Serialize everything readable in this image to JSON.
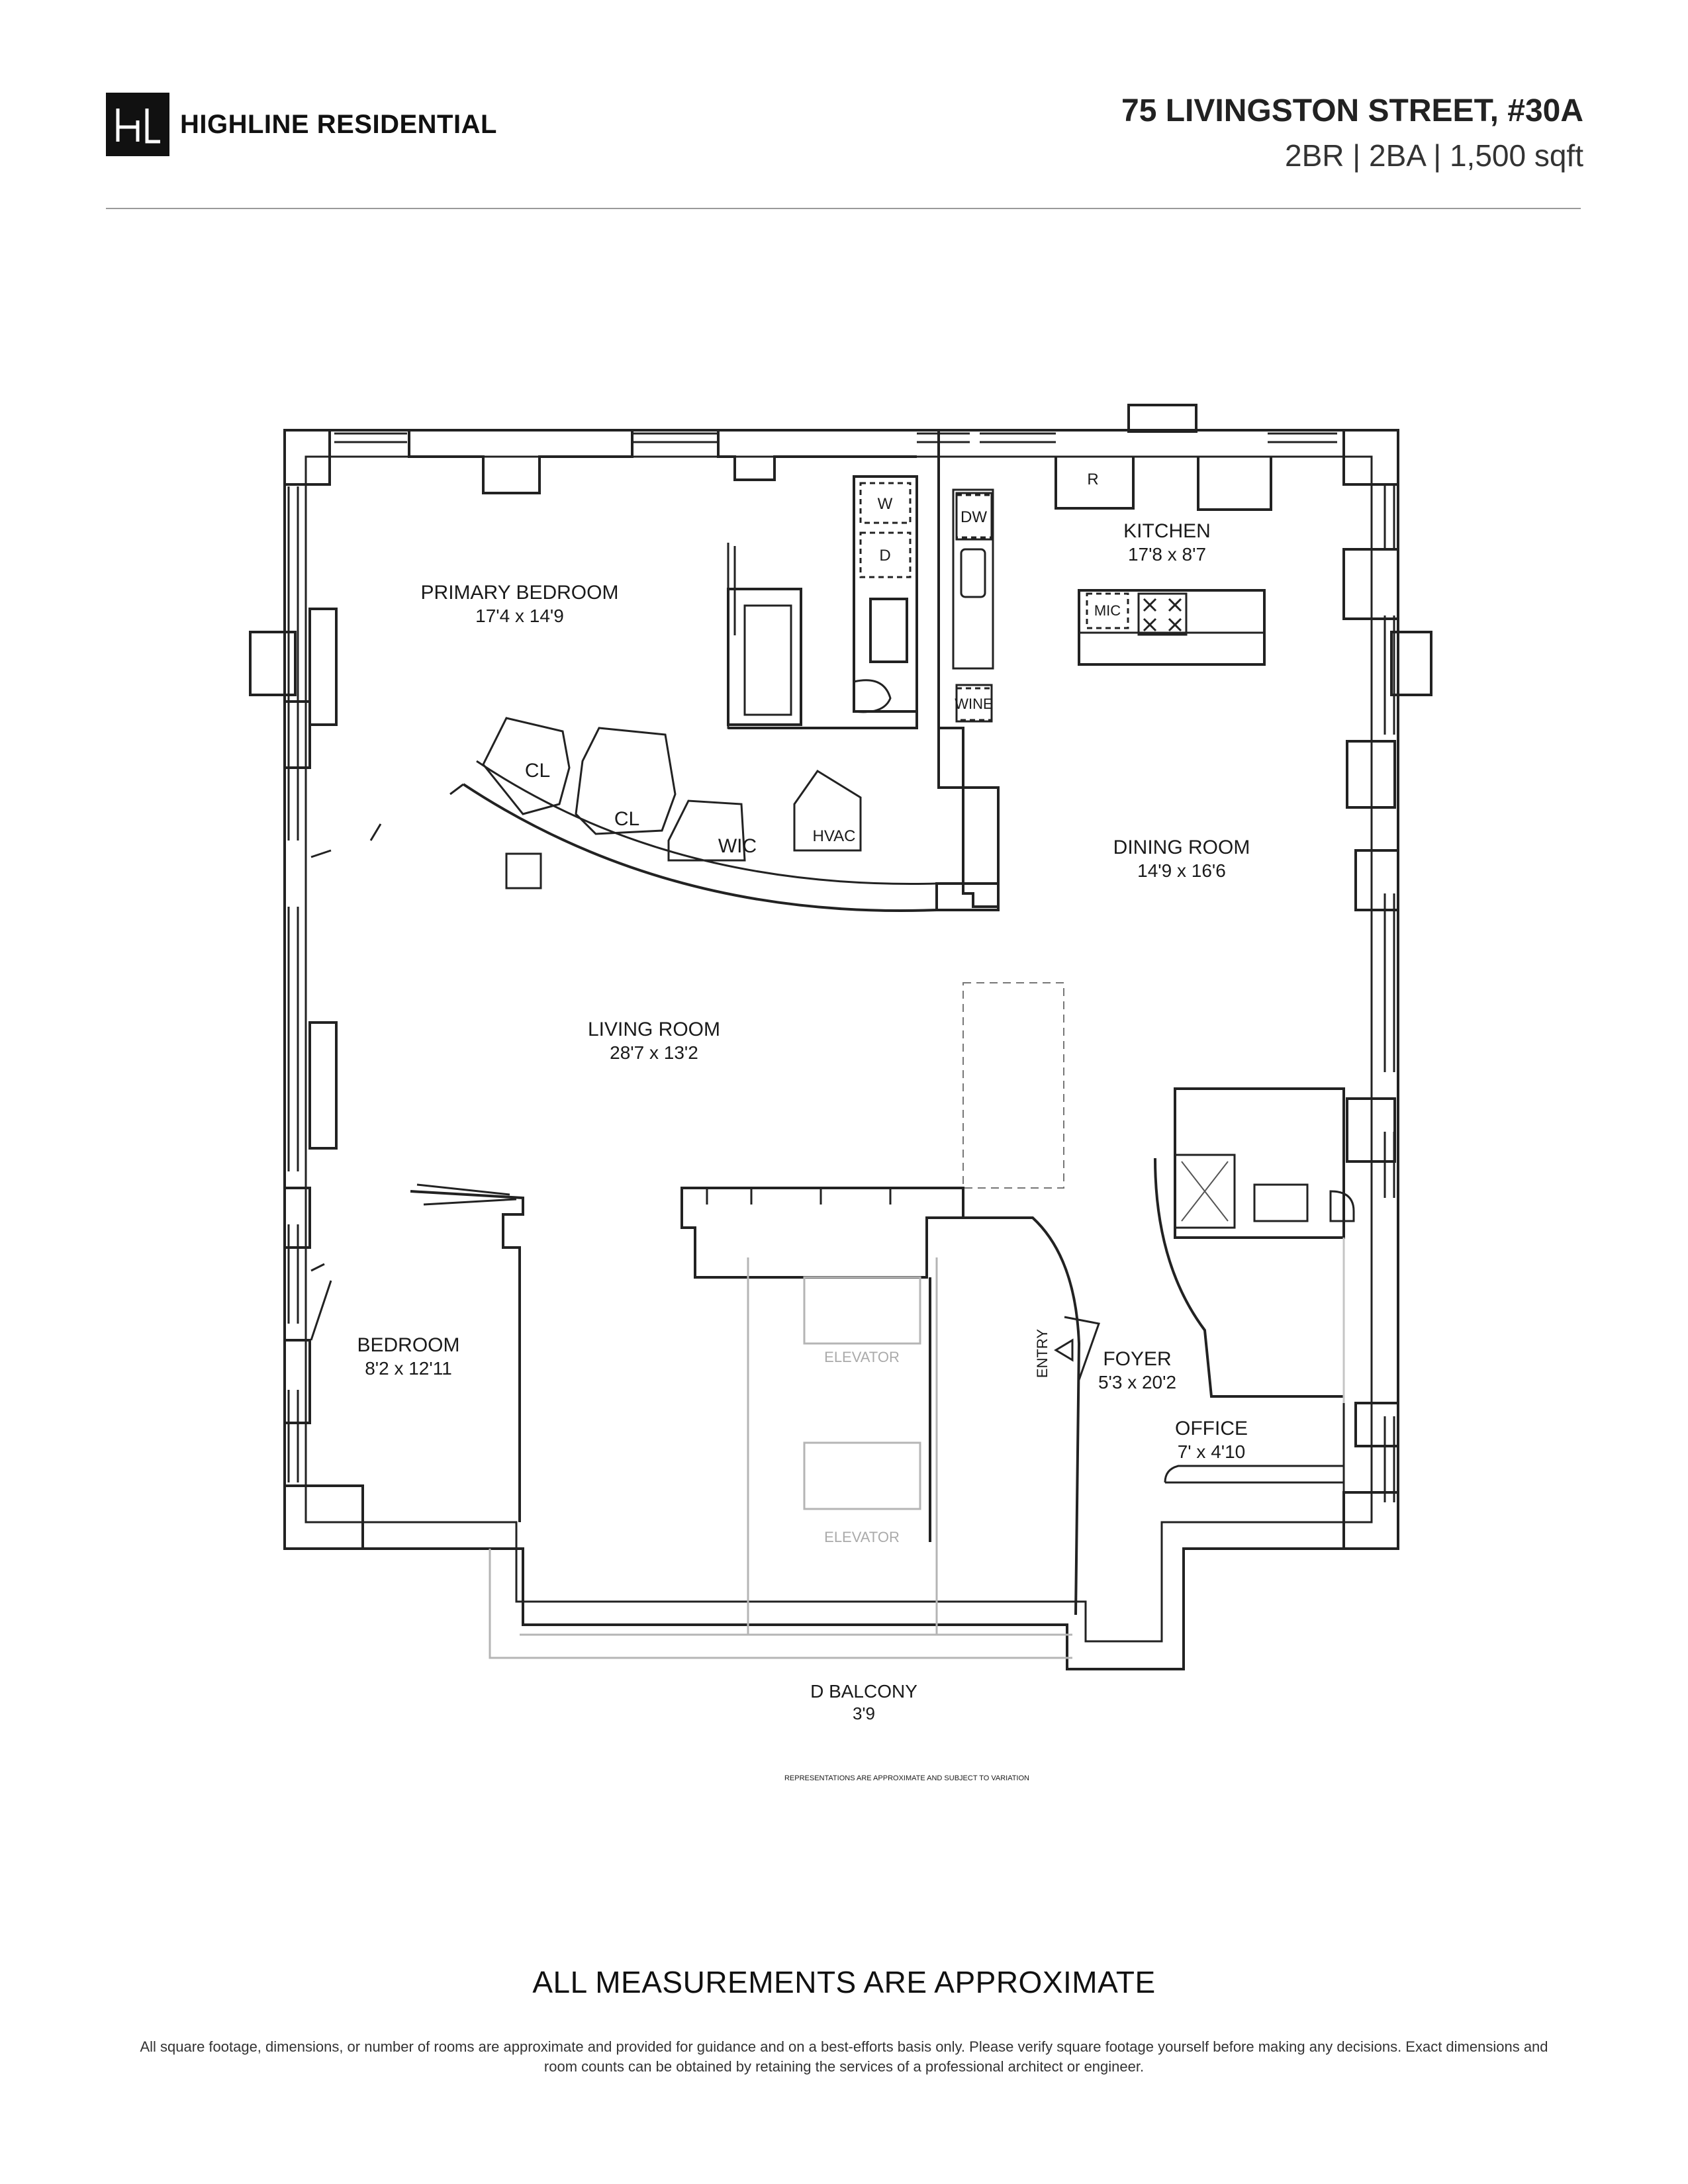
{
  "header": {
    "logo_mark": "HL",
    "brand": "HIGHLINE RESIDENTIAL",
    "address": "75 LIVINGSTON STREET, #30A",
    "specs": "2BR | 2BA | 1,500 sqft"
  },
  "rooms": {
    "primary_bedroom": {
      "name": "PRIMARY BEDROOM",
      "dims": "17'4 x 14'9"
    },
    "kitchen": {
      "name": "KITCHEN",
      "dims": "17'8 x 8'7"
    },
    "dining_room": {
      "name": "DINING ROOM",
      "dims": "14'9 x 16'6"
    },
    "living_room": {
      "name": "LIVING ROOM",
      "dims": "28'7 x 13'2"
    },
    "bedroom": {
      "name": "BEDROOM",
      "dims": "8'2 x 12'11"
    },
    "foyer": {
      "name": "FOYER",
      "dims": "5'3 x 20'2"
    },
    "office": {
      "name": "OFFICE",
      "dims": "7' x 4'10"
    },
    "balcony": {
      "name": "D BALCONY",
      "dims": "3'9"
    }
  },
  "fixtures": {
    "washer": "W",
    "dryer": "D",
    "dishwasher": "DW",
    "refrigerator": "R",
    "microwave": "MIC",
    "wine": "WINE",
    "closet_1": "CL",
    "closet_2": "CL",
    "walk_in_closet": "WIC",
    "hvac": "HVAC",
    "elevator_1": "ELEVATOR",
    "elevator_2": "ELEVATOR",
    "entry": "ENTRY"
  },
  "plan_note": "REPRESENTATIONS ARE APPROXIMATE AND SUBJECT TO VARIATION",
  "footer": {
    "notice": "ALL MEASUREMENTS ARE APPROXIMATE",
    "disclaimer": "All square footage, dimensions, or number of rooms are approximate and provided for guidance and on a best-efforts basis only. Please verify square footage yourself before making any decisions. Exact dimensions and room counts can be obtained by retaining the services of a professional architect or engineer."
  }
}
